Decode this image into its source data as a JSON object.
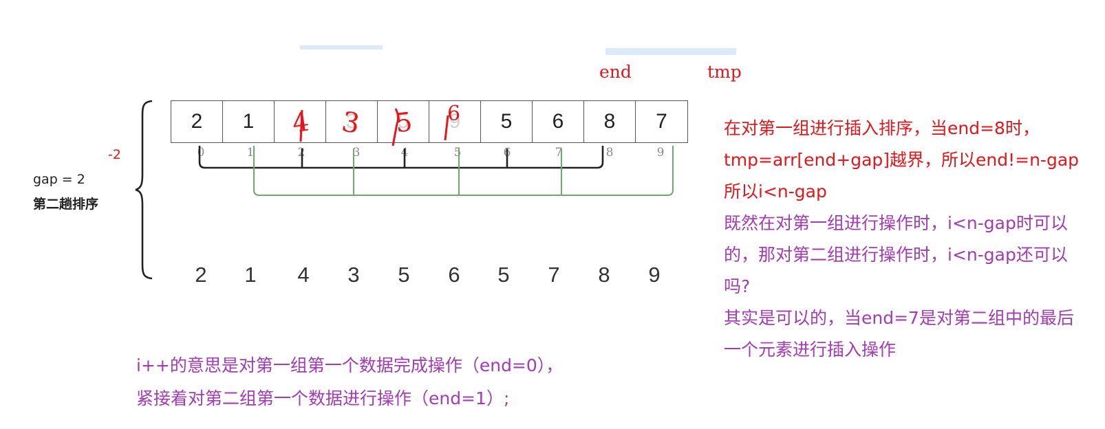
{
  "diagram": {
    "end_label": "end",
    "tmp_label": "tmp",
    "minus_label": "-2",
    "gap_label": "gap = 2",
    "pass_label": "第二趟排序",
    "array": [
      "2",
      "1",
      "4",
      "3",
      "5",
      "9",
      "5",
      "6",
      "8",
      "7"
    ],
    "indices": [
      "0",
      "1",
      "2",
      "3",
      "4",
      "5",
      "6",
      "7",
      "8",
      "9"
    ],
    "overwritten": [
      "4",
      "3",
      "5",
      "6"
    ],
    "result": [
      "2",
      "1",
      "4",
      "3",
      "5",
      "6",
      "5",
      "7",
      "8",
      "9"
    ]
  },
  "notes": {
    "right": [
      "在对第一组进行插入排序，当end=8时，",
      "tmp=arr[end+gap]越界，所以end!=n-gap",
      "所以i<n-gap",
      "既然在对第一组进行操作时，i<n-gap时可以",
      "的，那对第二组进行操作时，i<n-gap还可以",
      "吗?",
      "其实是可以的，当end=7是对第二组中的最后",
      "一个元素进行插入操作"
    ],
    "bottom": [
      "i++的意思是对第一组第一个数据完成操作（end=0），",
      "紧接着对第二组第一个数据进行操作（end=1）;"
    ]
  },
  "colors": {
    "red": "#e4161c",
    "purple": "#a33bb5",
    "group1": "#222222",
    "group2": "#6aaa6a"
  }
}
